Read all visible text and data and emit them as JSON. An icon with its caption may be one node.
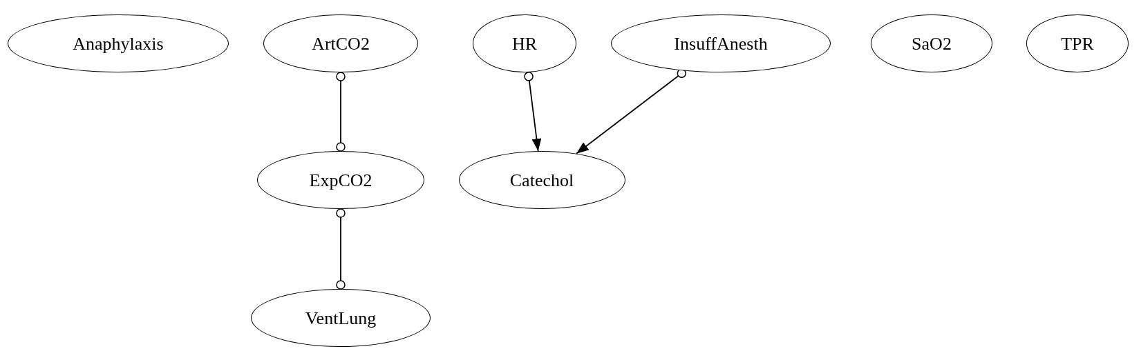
{
  "diagram": {
    "nodes": [
      {
        "text": [
          "Anaphylaxis"
        ]
      },
      {
        "text": [
          "ArtCO2"
        ]
      },
      {
        "text": [
          "HR"
        ]
      },
      {
        "text": [
          "InsuffAnesth"
        ]
      },
      {
        "text": [
          "SaO2"
        ]
      },
      {
        "text": [
          "TPR"
        ]
      },
      {
        "text": [
          "ExpCO2"
        ]
      },
      {
        "text": [
          "Catechol"
        ]
      },
      {
        "text": [
          "VentLung"
        ]
      }
    ],
    "edges": [
      {
        "from": 1,
        "to": 6,
        "arrow": "other"
      },
      {
        "from": 6,
        "to": 8,
        "arrow": "other"
      },
      {
        "from": 2,
        "to": 7,
        "arrow": "to"
      },
      {
        "from": 3,
        "to": 7,
        "arrow": "to"
      }
    ]
  }
}
